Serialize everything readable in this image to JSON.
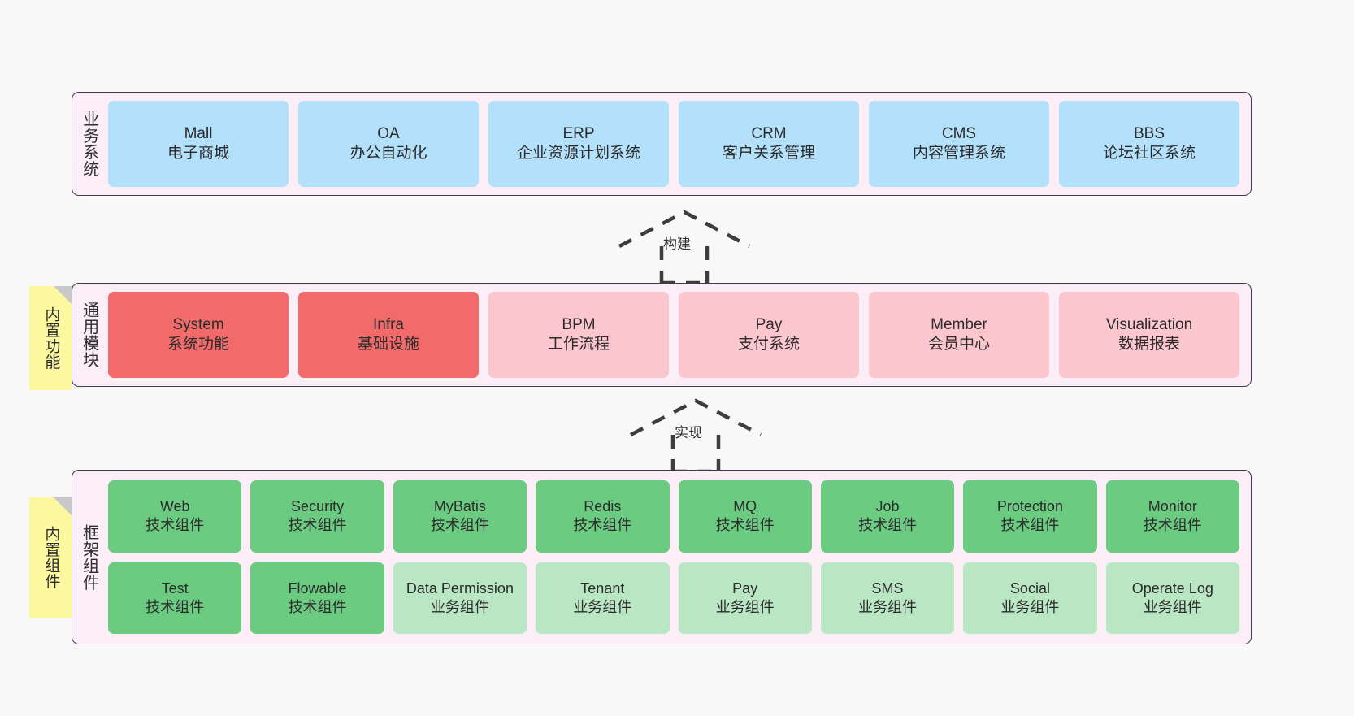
{
  "diagram": {
    "background_color": "#f8f8f8",
    "panel_color": "#fbeef6",
    "panel_border_color": "#3d3d4e",
    "note_color": "#fbf8a0"
  },
  "layers": {
    "business": {
      "title": "业务系统",
      "card_color": "#b3e0fb",
      "cards": [
        {
          "en": "Mall",
          "cn": "电子商城"
        },
        {
          "en": "OA",
          "cn": "办公自动化"
        },
        {
          "en": "ERP",
          "cn": "企业资源计划系统"
        },
        {
          "en": "CRM",
          "cn": "客户关系管理"
        },
        {
          "en": "CMS",
          "cn": "内容管理系统"
        },
        {
          "en": "BBS",
          "cn": "论坛社区系统"
        }
      ]
    },
    "modules": {
      "title": "通用模块",
      "note": "内置功能",
      "card_color_primary": "#f26a6a",
      "card_color_secondary": "#fbc6cd",
      "cards": [
        {
          "en": "System",
          "cn": "系统功能",
          "variant": "c-red"
        },
        {
          "en": "Infra",
          "cn": "基础设施",
          "variant": "c-red"
        },
        {
          "en": "BPM",
          "cn": "工作流程",
          "variant": "c-pink"
        },
        {
          "en": "Pay",
          "cn": "支付系统",
          "variant": "c-pink"
        },
        {
          "en": "Member",
          "cn": "会员中心",
          "variant": "c-pink"
        },
        {
          "en": "Visualization",
          "cn": "数据报表",
          "variant": "c-pink"
        }
      ]
    },
    "framework": {
      "title": "框架组件",
      "note": "内置组件",
      "card_color_tech": "#6acb81",
      "card_color_biz": "#b9e6c3",
      "row1": [
        {
          "en": "Web",
          "cn": "技术组件",
          "variant": "c-green"
        },
        {
          "en": "Security",
          "cn": "技术组件",
          "variant": "c-green"
        },
        {
          "en": "MyBatis",
          "cn": "技术组件",
          "variant": "c-green"
        },
        {
          "en": "Redis",
          "cn": "技术组件",
          "variant": "c-green"
        },
        {
          "en": "MQ",
          "cn": "技术组件",
          "variant": "c-green"
        },
        {
          "en": "Job",
          "cn": "技术组件",
          "variant": "c-green"
        },
        {
          "en": "Protection",
          "cn": "技术组件",
          "variant": "c-green"
        },
        {
          "en": "Monitor",
          "cn": "技术组件",
          "variant": "c-green"
        }
      ],
      "row2": [
        {
          "en": "Test",
          "cn": "技术组件",
          "variant": "c-green"
        },
        {
          "en": "Flowable",
          "cn": "技术组件",
          "variant": "c-green"
        },
        {
          "en": "Data Permission",
          "cn": "业务组件",
          "variant": "c-green-l",
          "wrap": true
        },
        {
          "en": "Tenant",
          "cn": "业务组件",
          "variant": "c-green-l"
        },
        {
          "en": "Pay",
          "cn": "业务组件",
          "variant": "c-green-l"
        },
        {
          "en": "SMS",
          "cn": "业务组件",
          "variant": "c-green-l"
        },
        {
          "en": "Social",
          "cn": "业务组件",
          "variant": "c-green-l"
        },
        {
          "en": "Operate Log",
          "cn": "业务组件",
          "variant": "c-green-l"
        }
      ]
    }
  },
  "connectors": [
    {
      "id": "build",
      "label": "构建"
    },
    {
      "id": "impl",
      "label": "实现"
    }
  ]
}
